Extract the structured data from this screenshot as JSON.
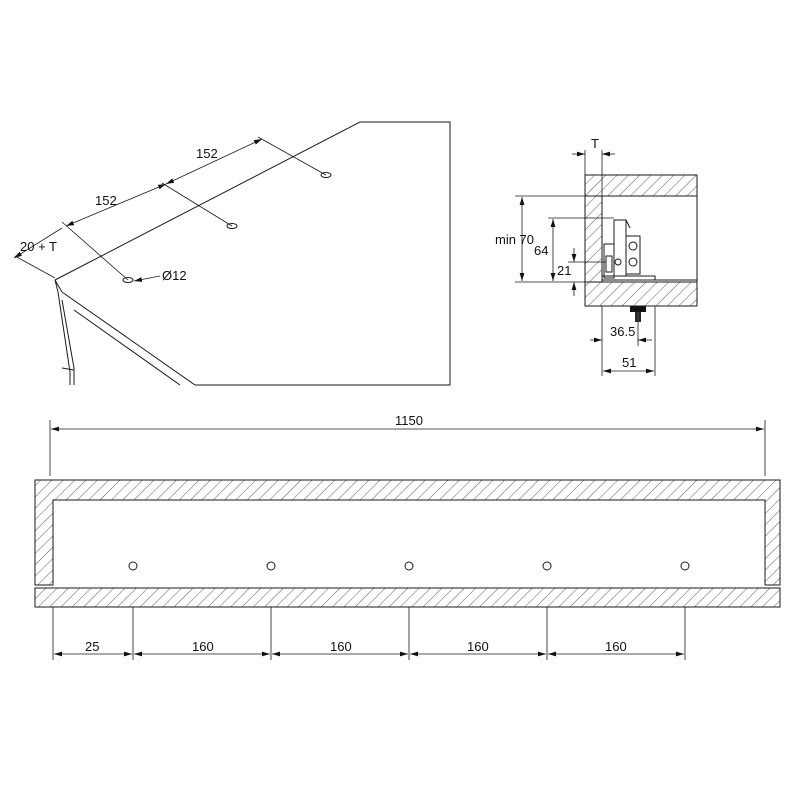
{
  "perspective": {
    "spacing_1": "152",
    "spacing_2": "152",
    "edge_offset": "20 + T",
    "hole_diameter": "Ø12"
  },
  "section": {
    "thickness": "T",
    "min_height": "min 70",
    "height_64": "64",
    "height_21": "21",
    "width_36_5": "36.5",
    "width_51": "51"
  },
  "elevation": {
    "overall_width": "1150",
    "first_offset": "25",
    "spacings": [
      "160",
      "160",
      "160",
      "160"
    ]
  }
}
